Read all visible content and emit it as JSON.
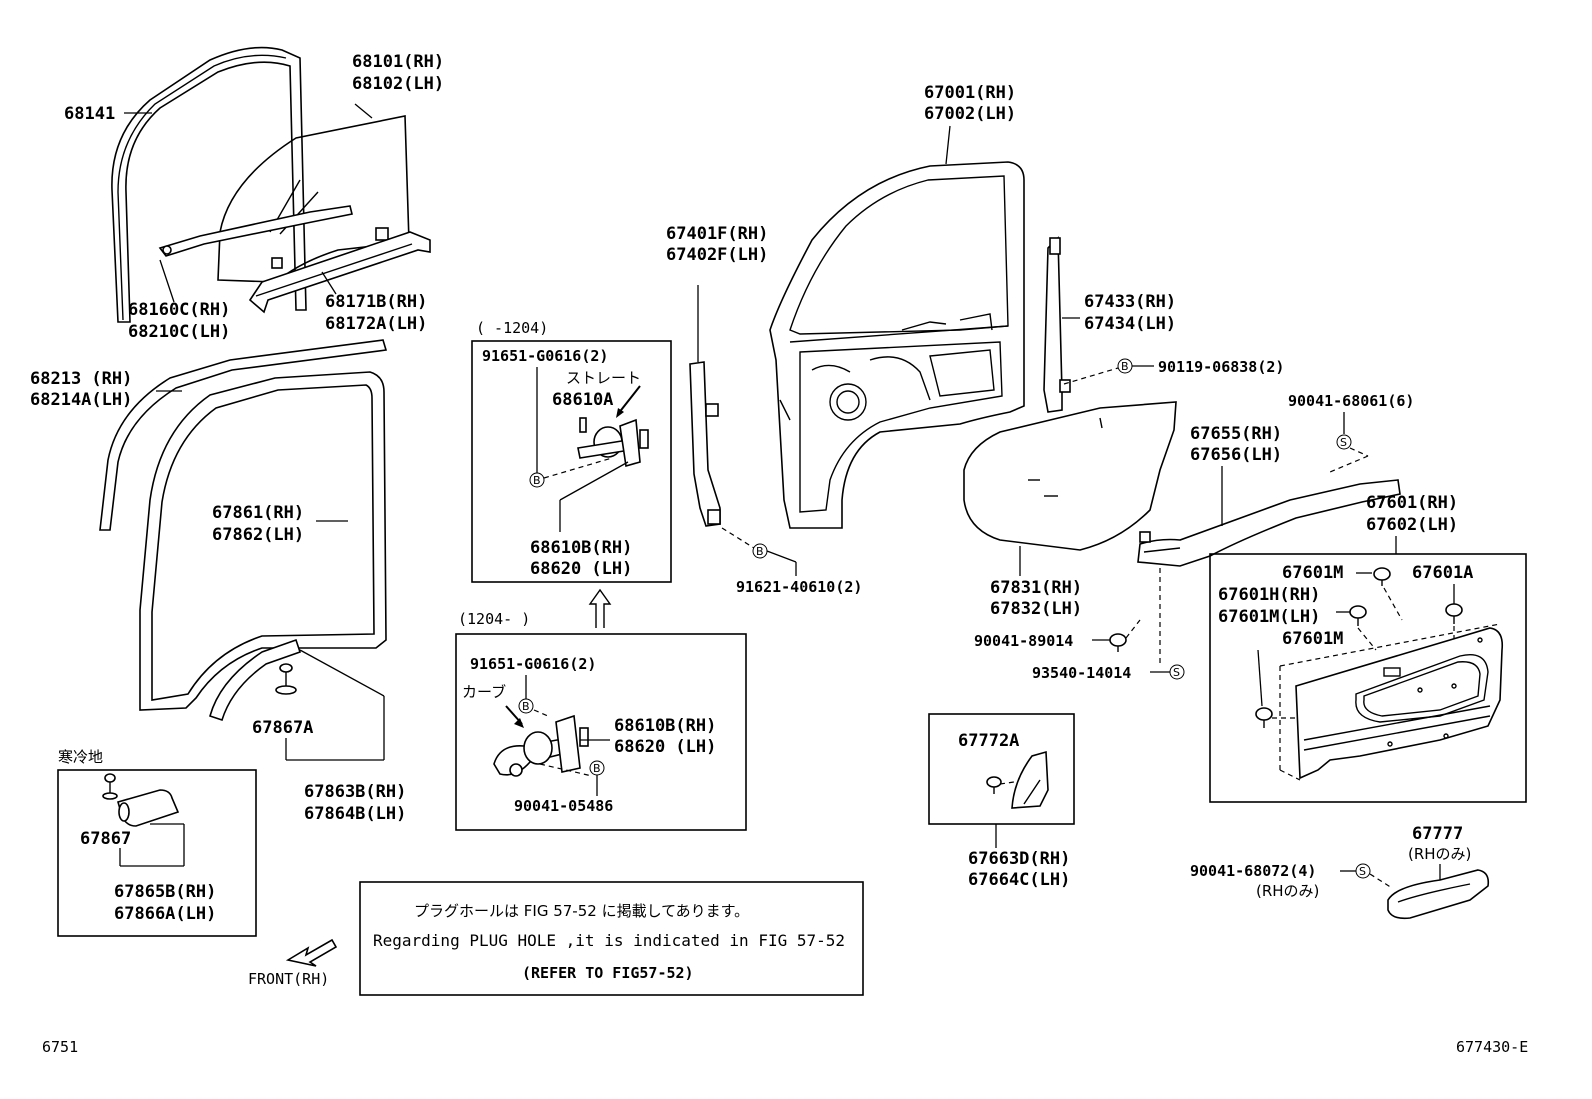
{
  "diagram": {
    "page_code": "6751",
    "figure_code": "677430-E",
    "front_label": "FRONT(RH)",
    "marker_b": "B",
    "marker_s": "S",
    "parts": {
      "p68141": "68141",
      "p68101": "68101(RH)",
      "p68102": "68102(LH)",
      "p68160c": "68160C(RH)",
      "p68210c": "68210C(LH)",
      "p68171b": "68171B(RH)",
      "p68172a": "68172A(LH)",
      "p68213": "68213 (RH)",
      "p68214a": "68214A(LH)",
      "p67861": "67861(RH)",
      "p67862": "67862(LH)",
      "p67867a": "67867A",
      "p67863b": "67863B(RH)",
      "p67864b": "67864B(LH)",
      "p67867": "67867",
      "p67865b": "67865B(RH)",
      "p67866a": "67866A(LH)",
      "p67001": "67001(RH)",
      "p67002": "67002(LH)",
      "p67401f": "67401F(RH)",
      "p67402f": "67402F(LH)",
      "p67433": "67433(RH)",
      "p67434": "67434(LH)",
      "p90119": "90119-06838(2)",
      "p90041_68061": "90041-68061(6)",
      "p67655": "67655(RH)",
      "p67656": "67656(LH)",
      "p67601": "67601(RH)",
      "p67602": "67602(LH)",
      "p91621": "91621-40610(2)",
      "p67831": "67831(RH)",
      "p67832": "67832(LH)",
      "p90041_89014": "90041-89014",
      "p93540": "93540-14014",
      "p67601m_a": "67601M",
      "p67601a": "67601A",
      "p67601h": "67601H(RH)",
      "p67601m_lh": "67601M(LH)",
      "p67601m_b": "67601M",
      "p67772a": "67772A",
      "p67663d": "67663D(RH)",
      "p67664c": "67664C(LH)",
      "p67777": "67777",
      "p90041_68072": "90041-68072(4)"
    },
    "cold_region_label": "寒冷地",
    "rh_only_1": "(RHのみ)",
    "rh_only_2": "(RHのみ)",
    "box_upper": {
      "range": "(    -1204)",
      "screw": "91651-G0616(2)",
      "straight": "ストレート",
      "part_a": "68610A",
      "part_b": "68610B(RH)",
      "part_c": "68620  (LH)"
    },
    "box_lower": {
      "range": "(1204-    )",
      "screw": "91651-G0616(2)",
      "curve": "カーブ",
      "part_b": "68610B(RH)",
      "part_c": "68620  (LH)",
      "bolt": "90041-05486"
    },
    "note": {
      "jp": "プラグホールは FIG 57-52 に掲載してあります。",
      "en": "Regarding PLUG HOLE ,it is indicated in FIG 57-52",
      "refer": "(REFER TO FIG57-52)"
    }
  }
}
